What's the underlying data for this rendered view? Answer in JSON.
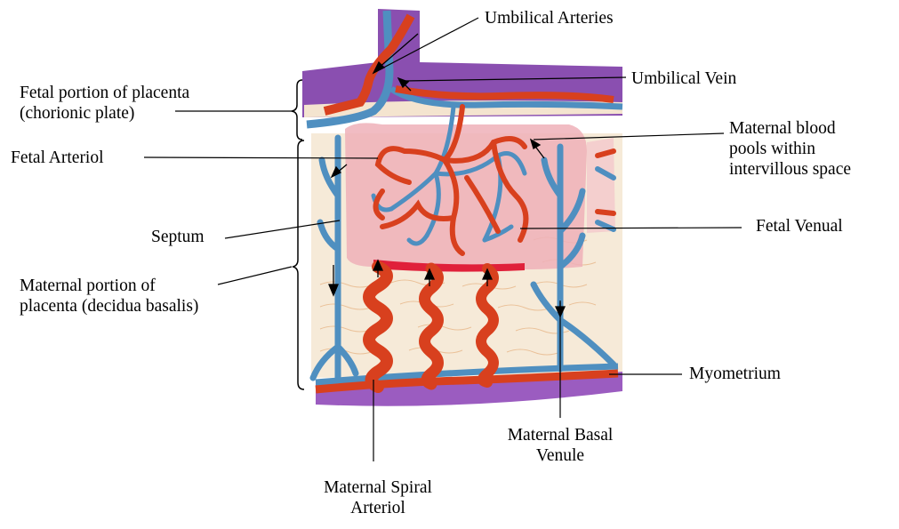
{
  "labels": {
    "umbilical_arteries": "Umbilical Arteries",
    "umbilical_vein": "Umbilical Vein",
    "fetal_portion_line1": "Fetal portion of placenta",
    "fetal_portion_line2": "(chorionic plate)",
    "maternal_blood_line1": "Maternal blood",
    "maternal_blood_line2": "pools within",
    "maternal_blood_line3": "intervillous space",
    "fetal_arteriol": "Fetal Arteriol",
    "septum": "Septum",
    "fetal_venual": "Fetal Venual",
    "maternal_portion_line1": "Maternal portion of",
    "maternal_portion_line2": "placenta (decidua basalis)",
    "myometrium": "Myometrium",
    "maternal_basal_line1": "Maternal Basal",
    "maternal_basal_line2": "Venule",
    "maternal_spiral_line1": "Maternal Spiral",
    "maternal_spiral_line2": "Arteriol"
  },
  "colors": {
    "artery_red": "#d8401e",
    "vein_blue": "#4f8fc0",
    "chorion_purple": "#8a4fb0",
    "intervillous_pink": "#efb8be",
    "decidua_tan": "#f4e4cf"
  }
}
